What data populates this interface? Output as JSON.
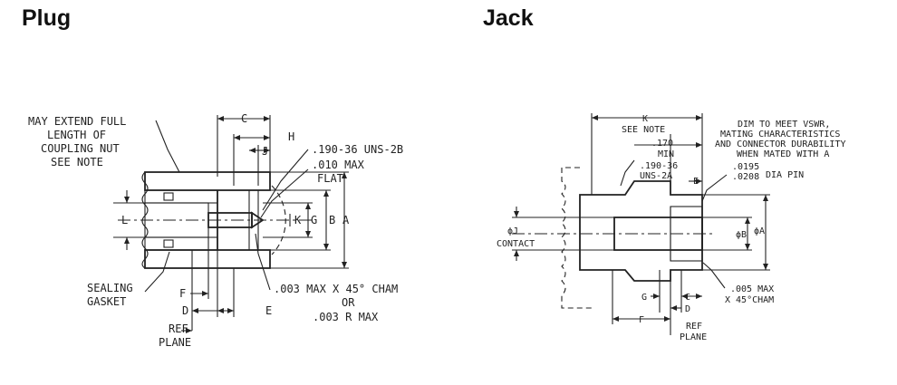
{
  "titles": {
    "plug": "Plug",
    "jack": "Jack"
  },
  "plug": {
    "note_extend": [
      "MAY EXTEND FULL",
      "LENGTH OF",
      "COUPLING NUT",
      "SEE NOTE"
    ],
    "dim_c": "C",
    "dim_h": "H",
    "dim_j": "J",
    "thread": ".190-36 UNS-2B",
    "flat": [
      ".010 MAX",
      "FLAT"
    ],
    "dim_l": "L",
    "dim_k": "K",
    "dim_g": "G",
    "dim_b": "B",
    "dim_a": "A",
    "gasket": [
      "SEALING",
      "GASKET"
    ],
    "dim_f": "F",
    "dim_d": "D",
    "dim_e": "E",
    "cham": [
      ".003 MAX X 45° CHAM",
      "OR",
      ".003 R MAX"
    ],
    "ref_plane": [
      "REF",
      "PLANE"
    ]
  },
  "jack": {
    "k_note": [
      "K",
      "SEE NOTE"
    ],
    "min170": [
      ".170",
      "MIN"
    ],
    "thread": [
      ".190-36",
      "UNS-2A"
    ],
    "vswr": [
      "DIM TO MEET VSWR,",
      "MATING CHARACTERISTICS",
      "AND CONNECTOR DURABILITY",
      "WHEN MATED WITH A"
    ],
    "dim_e": "E",
    "pin": [
      ".0195",
      ".0208",
      "DIA PIN"
    ],
    "contact": [
      "ϕJ",
      "CONTACT"
    ],
    "dia_b": "ϕB",
    "dia_a": "ϕA",
    "dim_g": "G",
    "dim_c": "C",
    "dim_d": "D",
    "dim_f": "F",
    "cham": [
      ".005 MAX",
      "X 45°CHAM"
    ],
    "ref_plane": [
      "REF",
      "PLANE"
    ]
  }
}
